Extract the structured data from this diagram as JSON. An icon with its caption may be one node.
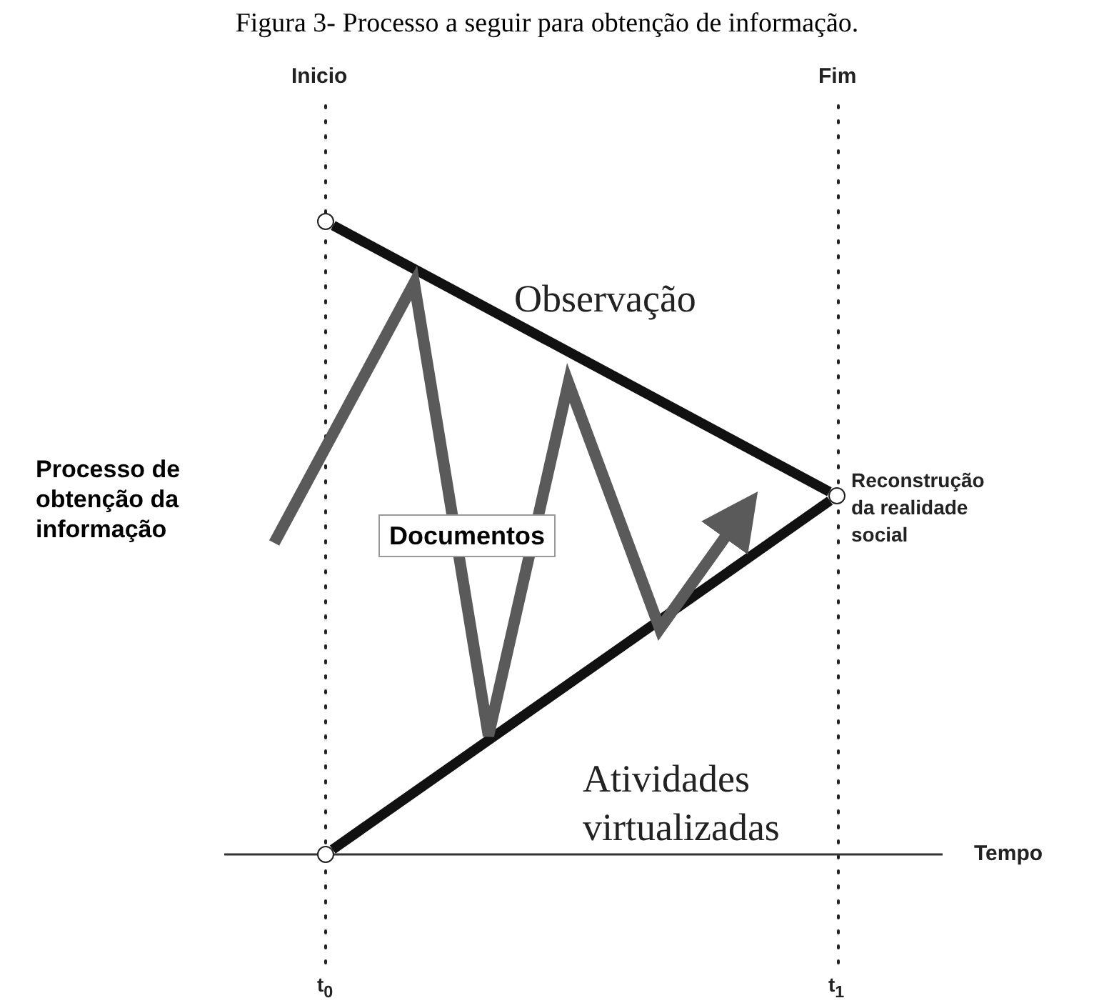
{
  "diagram": {
    "title": "Figura 3- Processo a seguir para obtenção de informação.",
    "nodes": [
      {
        "text": [
          "Processo de obtenção da informação"
        ]
      },
      {
        "text": [],
        "shape": "circle"
      },
      {
        "text": [],
        "shape": "circle",
        "beside": [
          "Reconstrução da realidade social"
        ]
      },
      {
        "text": [],
        "shape": "circle"
      },
      {
        "text": [
          "Documentos"
        ]
      }
    ],
    "edges": [
      {
        "from": 1,
        "to": 2,
        "arrow": "none"
      },
      {
        "from": 3,
        "to": 2,
        "arrow": "none"
      },
      {
        "from": 0,
        "to": null,
        "arrow": "to",
        "color": "#5a5a5a"
      }
    ],
    "labels": [
      "Inicio",
      "Fim",
      "Observação",
      "Atividades virtualizadas",
      "Tempo",
      "t$_{0}$",
      "t$_{1}$"
    ]
  }
}
